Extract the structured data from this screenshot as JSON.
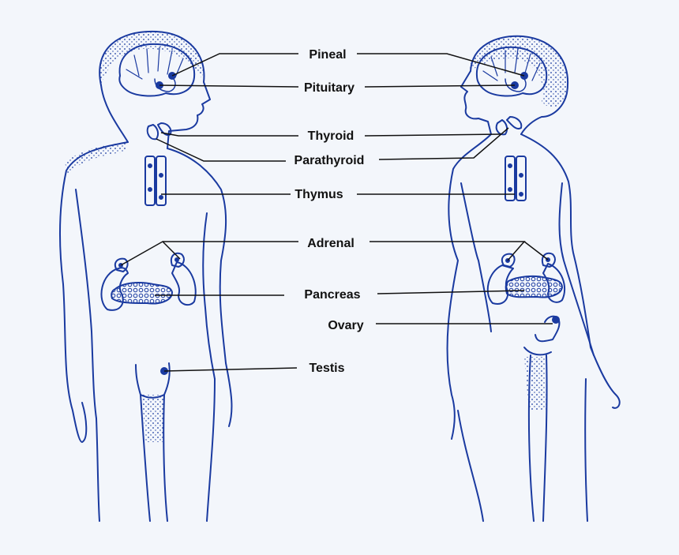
{
  "labels": {
    "pineal": "Pineal",
    "pituitary": "Pituitary",
    "thyroid": "Thyroid",
    "parathyroid": "Parathyroid",
    "thymus": "Thymus",
    "adrenal": "Adrenal",
    "pancreas": "Pancreas",
    "ovary": "Ovary",
    "testis": "Testis"
  },
  "colors": {
    "figure": "#1a3aa0",
    "leader": "#111111",
    "background": "#f3f6fb"
  }
}
